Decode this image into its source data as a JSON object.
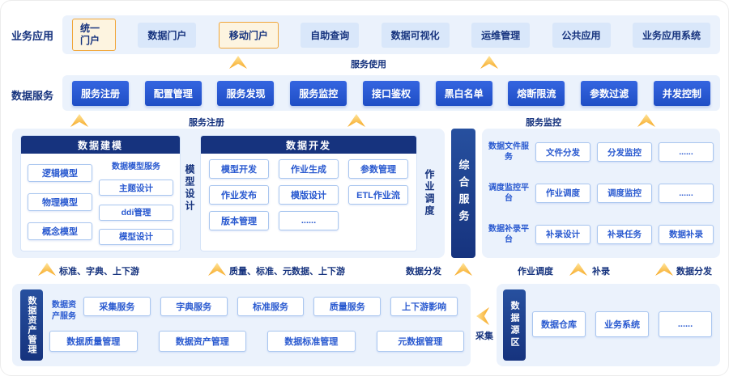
{
  "business": {
    "label": "业务应用",
    "items": [
      {
        "label": "统一门户"
      },
      {
        "label": "数据门户"
      },
      {
        "label": "移动门户"
      },
      {
        "label": "自助查询"
      },
      {
        "label": "数据可视化"
      },
      {
        "label": "运维管理"
      },
      {
        "label": "公共应用"
      },
      {
        "label": "业务应用系统"
      }
    ]
  },
  "service_use_label": "服务使用",
  "data_services": {
    "label": "数据服务",
    "items": [
      "服务注册",
      "配置管理",
      "服务发现",
      "服务监控",
      "接口鉴权",
      "黑白名单",
      "熔断限流",
      "参数过滤",
      "并发控制"
    ]
  },
  "annotations": {
    "service_register": "服务注册",
    "service_monitor": "服务监控",
    "collect": "采集"
  },
  "modeling": {
    "title": "数据建模",
    "left_items": [
      "逻辑模型",
      "物理模型",
      "概念模型"
    ],
    "right_label": "数据模型服务",
    "right_items": [
      "主题设计",
      "ddi管理",
      "模型设计"
    ]
  },
  "model_design_vertical": "模型设计",
  "development": {
    "title": "数据开发",
    "items": [
      "模型开发",
      "作业生成",
      "参数管理",
      "作业发布",
      "模版设计",
      "ETL作业流",
      "版本管理",
      "......"
    ]
  },
  "job_schedule_vertical": "作业调度",
  "composite_bar": "综合服务",
  "right_panel": {
    "rows": [
      {
        "label": "数据文件服务",
        "items": [
          "文件分发",
          "分发监控",
          "......"
        ]
      },
      {
        "label": "调度监控平台",
        "items": [
          "作业调度",
          "调度监控",
          "......"
        ]
      },
      {
        "label": "数据补录平台",
        "items": [
          "补录设计",
          "补录任务",
          "数据补录"
        ]
      }
    ]
  },
  "flow_labels": {
    "std_dict": "标准、字典、上下游",
    "quality": "质量、标准、元数据、上下游",
    "distribute_left": "数据分发",
    "job_schedule": "作业调度",
    "replenish": "补录",
    "distribute_right": "数据分发"
  },
  "asset": {
    "bar": "数据资产管理",
    "service_label": "数据资产服务",
    "row1": [
      "采集服务",
      "字典服务",
      "标准服务",
      "质量服务",
      "上下游影响"
    ],
    "row2": [
      "数据质量管理",
      "数据资产管理",
      "数据标准管理",
      "元数据管理"
    ]
  },
  "source": {
    "bar": "数据源区",
    "items": [
      "数据仓库",
      "业务系统",
      "......"
    ]
  }
}
